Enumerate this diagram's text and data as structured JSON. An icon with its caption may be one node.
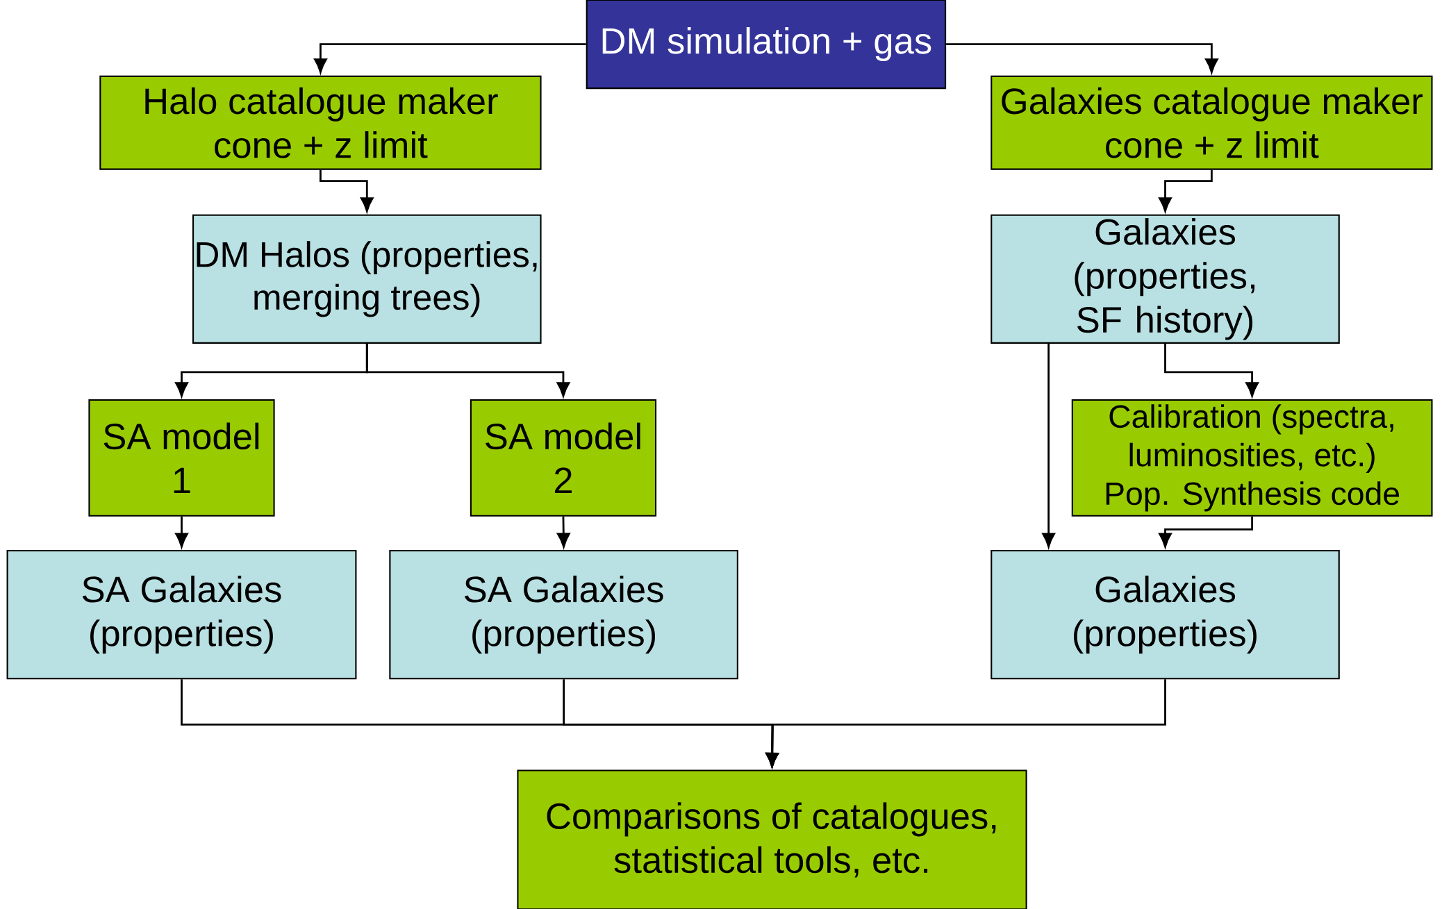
{
  "diagram": {
    "nodes": [
      {
        "text": [
          "DM simulation + gas"
        ]
      },
      {
        "text": [
          "Halo catalogue maker",
          "cone + z limit"
        ]
      },
      {
        "text": [
          "DM Halos (properties, merging trees)"
        ]
      },
      {
        "text": [
          "SA model 1"
        ]
      },
      {
        "text": [
          "SA model 2"
        ]
      },
      {
        "text": [
          "SA Galaxies (properties)"
        ]
      },
      {
        "text": [
          "SA Galaxies (properties)"
        ]
      },
      {
        "text": [
          "Galaxies catalogue maker",
          "cone + z limit"
        ]
      },
      {
        "text": [
          "Galaxies (properties, SF history)"
        ]
      },
      {
        "text": [
          "Calibration (spectra, luminosities, etc.)",
          "Pop. Synthesis code"
        ]
      },
      {
        "text": [
          "Galaxies (properties)"
        ]
      },
      {
        "text": [
          "Comparisons of catalogues, statistical tools, etc."
        ]
      }
    ],
    "edges": [
      {
        "from": 0,
        "to": 1,
        "arrow": "to"
      },
      {
        "from": 0,
        "to": 7,
        "arrow": "to"
      },
      {
        "from": 1,
        "to": 2,
        "arrow": "to"
      },
      {
        "from": 2,
        "to": 3,
        "arrow": "to"
      },
      {
        "from": 2,
        "to": 4,
        "arrow": "to"
      },
      {
        "from": 3,
        "to": 5,
        "arrow": "to"
      },
      {
        "from": 4,
        "to": 6,
        "arrow": "to"
      },
      {
        "from": 7,
        "to": 8,
        "arrow": "to"
      },
      {
        "from": 8,
        "to": 10,
        "arrow": "to"
      },
      {
        "from": 8,
        "to": 9,
        "arrow": "to"
      },
      {
        "from": 9,
        "to": 10,
        "arrow": "to"
      },
      {
        "from": 5,
        "to": 11,
        "arrow": "to"
      },
      {
        "from": 6,
        "to": 11,
        "arrow": "to"
      },
      {
        "from": 10,
        "to": 11,
        "arrow": "to"
      }
    ]
  }
}
